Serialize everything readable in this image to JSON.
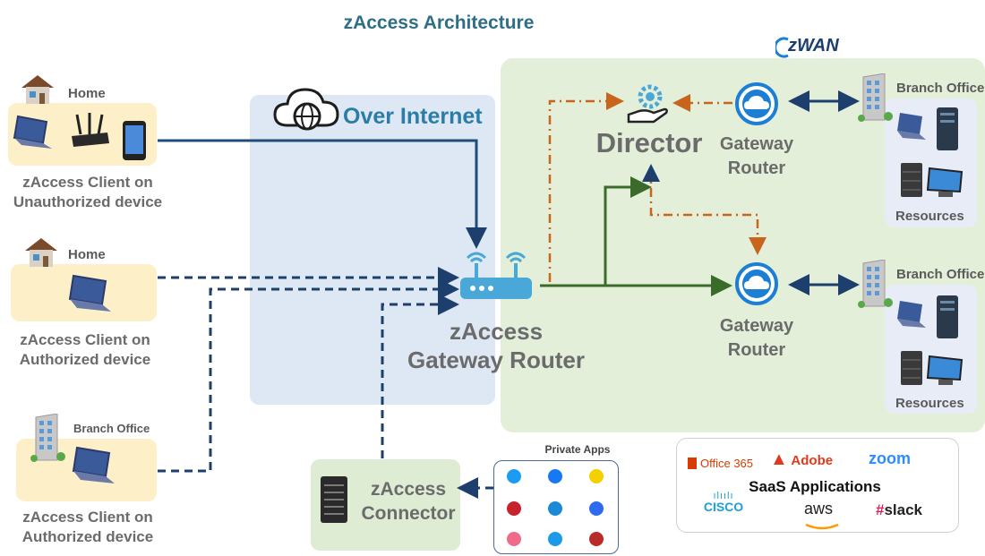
{
  "title": "zAccess Architecture",
  "zwan_logo": "zWAN",
  "internet": {
    "label": "Over Internet"
  },
  "clients": [
    {
      "location": "Home",
      "caption_line1": "zAccess Client on",
      "caption_line2": "Unauthorized device"
    },
    {
      "location": "Home",
      "caption_line1": "zAccess Client on",
      "caption_line2": "Authorized device"
    },
    {
      "location": "Branch Office",
      "caption_line1": "zAccess Client on",
      "caption_line2": "Authorized device"
    }
  ],
  "gateway": {
    "line1": "zAccess",
    "line2": "Gateway Router"
  },
  "director": {
    "label": "Director"
  },
  "routers": [
    {
      "line1": "Gateway",
      "line2": "Router"
    },
    {
      "line1": "Gateway",
      "line2": "Router"
    }
  ],
  "branches": [
    {
      "label": "Branch Office",
      "resources": "Resources"
    },
    {
      "label": "Branch Office",
      "resources": "Resources"
    }
  ],
  "connector": {
    "line1": "zAccess",
    "line2": "Connector"
  },
  "private_apps": {
    "label": "Private Apps"
  },
  "saas": {
    "label": "SaaS Applications",
    "office365": "Office 365",
    "adobe": "Adobe",
    "zoom": "zoom",
    "cisco": "CISCO",
    "aws": "aws",
    "slack": "slack"
  },
  "colors": {
    "title": "#2e6e87",
    "internet_bg": "#dde8f4",
    "zwan_bg": "#e3efd8",
    "home_bg": "#fdf0c8",
    "solid_blue": "#1f4d7a",
    "dashed_blue": "#1d3f6e",
    "orange": "#c8641c",
    "green": "#3b6b2a",
    "label_grey": "#6b6b6b",
    "cloud_blue": "#1c7fd4"
  }
}
